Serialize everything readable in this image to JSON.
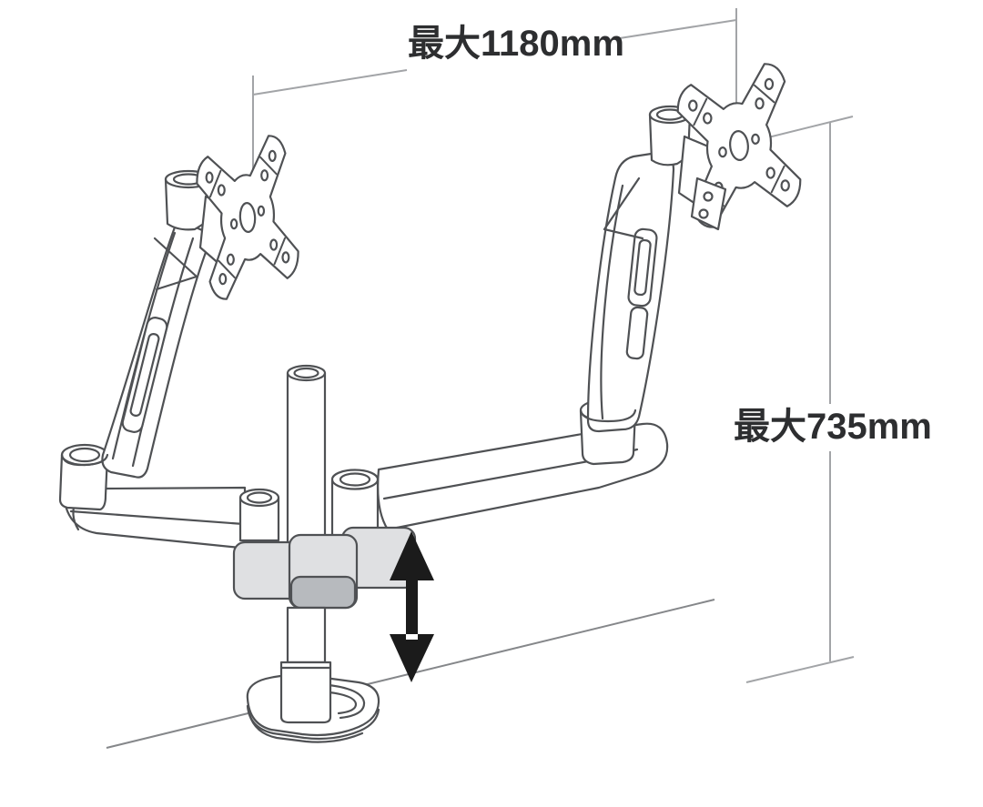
{
  "labels": {
    "max_width": "最大1180mm",
    "max_height": "最大735mm"
  },
  "colors": {
    "background": "#ffffff",
    "outline": "#4f5154",
    "dimension_line": "#a2a4a7",
    "desk_line": "#85878a",
    "text": "#2d2e30",
    "arrow": "#1b1b1b",
    "collar_light": "#dfe0e2",
    "collar_dark": "#b7babe"
  },
  "icons": {
    "height_adjust": "up-down-arrow"
  }
}
